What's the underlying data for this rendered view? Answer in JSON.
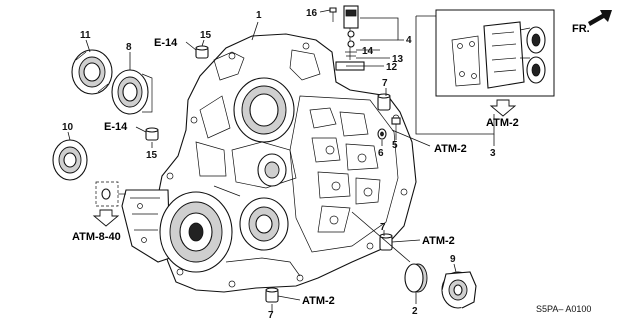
{
  "callouts": {
    "n1": "1",
    "n2": "2",
    "n3": "3",
    "n4": "4",
    "n5": "5",
    "n6": "6",
    "n7a": "7",
    "n7b": "7",
    "n7c": "7",
    "n8": "8",
    "n9": "9",
    "n10": "10",
    "n11": "11",
    "n12": "12",
    "n13": "13",
    "n14": "14",
    "n15a": "15",
    "n15b": "15",
    "n16": "16"
  },
  "references": {
    "e14_top": "E-14",
    "e14_mid": "E-14",
    "atm2_inset": "ATM-2",
    "atm2_right": "ATM-2",
    "atm2_lower_right": "ATM-2",
    "atm2_bottom": "ATM-2",
    "atm840": "ATM-8-40"
  },
  "direction": {
    "label": "FR."
  },
  "figure_code": "S5PA– A0100"
}
